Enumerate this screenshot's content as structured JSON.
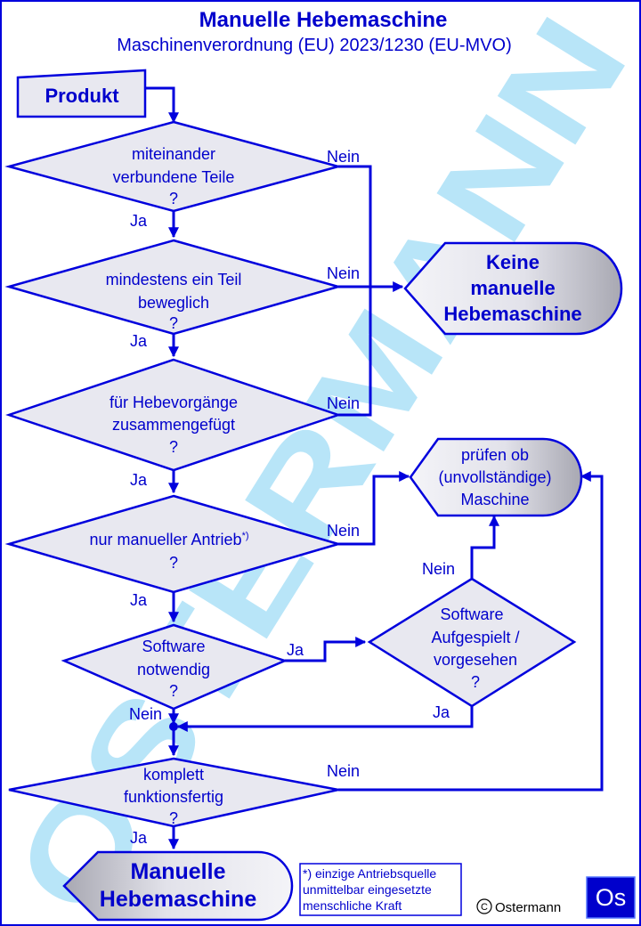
{
  "header": {
    "title": "Manuelle Hebemaschine",
    "subtitle": "Maschinenverordnung (EU) 2023/1230 (EU-MVO)"
  },
  "watermark": "OSTERMANN",
  "nodes": {
    "start": "Produkt",
    "decision1": [
      "miteinander",
      "verbundene Teile",
      "?"
    ],
    "decision2": [
      "mindestens ein Teil",
      "beweglich",
      "?"
    ],
    "decision3": [
      "für Hebevorgänge",
      "zusammengefügt",
      "?"
    ],
    "decision4": [
      "nur manueller Antrieb",
      "?"
    ],
    "decision4_mark": "*)",
    "decision5": [
      "Software",
      "notwendig",
      "?"
    ],
    "decision6": [
      "Software",
      "Aufgespielt /",
      "vorgesehen",
      "?"
    ],
    "decision7": [
      "komplett",
      "funktionsfertig",
      "?"
    ],
    "end_no": [
      "Keine",
      "manuelle",
      "Hebemaschine"
    ],
    "end_check": [
      "prüfen ob",
      "(unvollständige)",
      "Maschine"
    ],
    "end_yes": [
      "Manuelle",
      "Hebemaschine"
    ]
  },
  "labels": {
    "yes": "Ja",
    "no": "Nein"
  },
  "footnote": [
    "*) einzige Antriebsquelle",
    "unmittelbar eingesetzte",
    "menschliche Kraft"
  ],
  "copyright": "Ostermann",
  "copyright_symbol": "C",
  "logo": "Os",
  "colors": {
    "primary": "#0000cc",
    "node_fill": "#e8e8f0",
    "watermark": "#7fd0f4"
  }
}
